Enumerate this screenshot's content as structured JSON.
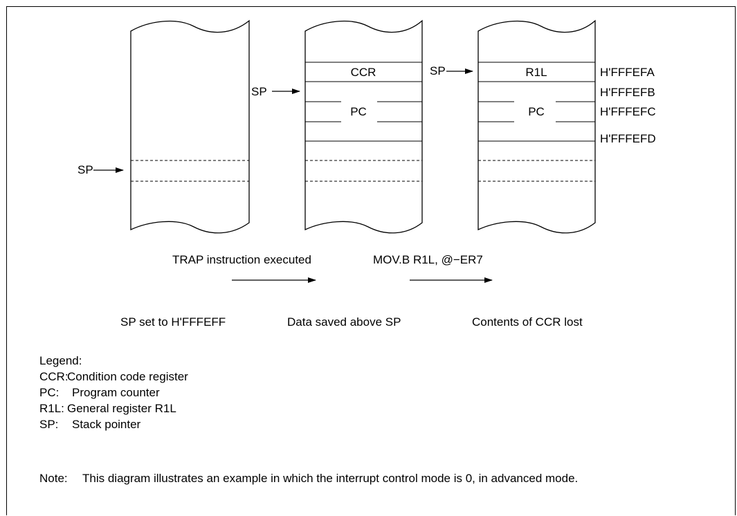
{
  "stack_frames": [
    {
      "pointer": "SP"
    },
    {
      "pointer": "SP",
      "cells": [
        "CCR",
        "PC"
      ]
    },
    {
      "pointer": "SP",
      "cells": [
        "R1L",
        "PC"
      ],
      "addresses": [
        "H'FFFEFA",
        "H'FFFEFB",
        "H'FFFEFC",
        "H'FFFEFD"
      ]
    }
  ],
  "transitions": [
    {
      "label": "TRAP instruction executed"
    },
    {
      "label": "MOV.B R1L, @−ER7"
    }
  ],
  "captions": [
    "SP set to H'FFFEFF",
    "Data saved above SP",
    "Contents of CCR lost"
  ],
  "legend": {
    "title": "Legend:",
    "items": [
      {
        "term": "CCR:",
        "desc": "Condition code register"
      },
      {
        "term": "PC:",
        "desc": "Program counter"
      },
      {
        "term": "R1L:",
        "desc": "General register R1L"
      },
      {
        "term": "SP:",
        "desc": "Stack pointer"
      }
    ]
  },
  "note": {
    "label": "Note:",
    "text": "This diagram illustrates an example in which the interrupt control mode is 0, in advanced mode."
  }
}
